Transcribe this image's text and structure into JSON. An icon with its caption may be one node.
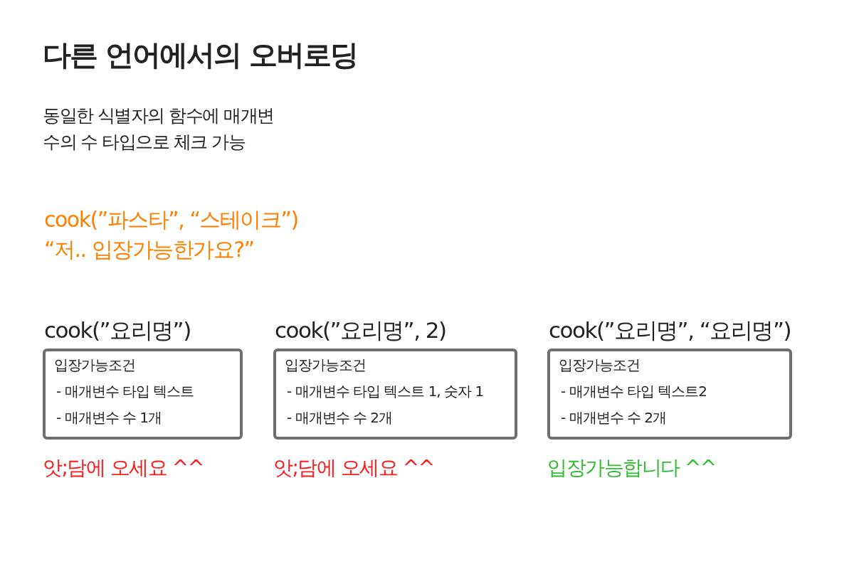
{
  "diagram": {
    "title": "다른 언어에서의 오버로딩",
    "nodes": [
      {
        "text": [
          "cook(”요리명”)",
          "입장가능조건",
          "- 매개변수 타입 텍스트",
          "- 매개변수 수 1개"
        ],
        "beside": [
          "앗;담에 오세요 ^^"
        ]
      },
      {
        "text": [
          "cook(”요리명”, 2)",
          "입장가능조건",
          "- 매개변수 타입 텍스트 1, 숫자 1",
          "- 매개변수 수 2개"
        ],
        "beside": [
          "앗;담에 오세요 ^^"
        ]
      },
      {
        "text": [
          "cook(”요리명”, “요리명”)",
          "입장가능조건",
          "- 매개변수 타입 텍스트2",
          "- 매개변수 수 2개"
        ],
        "beside": [
          "입장가능합니다 ^^"
        ]
      }
    ],
    "labels": [
      "동일한 식별자의 함수에 매개변수의 수 타입으로 체크 가능",
      "cook(”파스타”, “스테이크”)",
      "“저.. 입장가능한가요?”"
    ]
  }
}
